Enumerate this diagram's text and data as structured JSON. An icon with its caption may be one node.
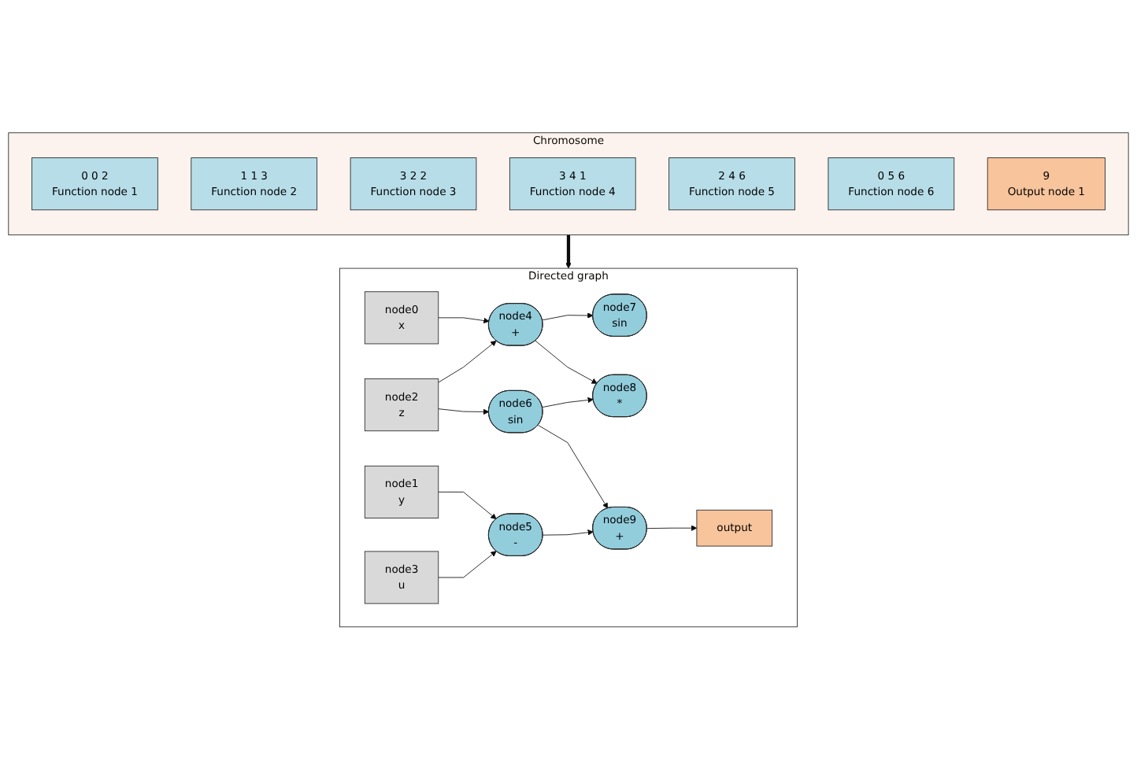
{
  "diagram": {
    "nodes": [
      {
        "text": [
          "Chromosome"
        ]
      },
      {
        "text": [
          "0 0 2",
          "Function node 1"
        ],
        "in": 0
      },
      {
        "text": [
          "1 1 3",
          "Function node 2"
        ],
        "in": 0
      },
      {
        "text": [
          "3 2 2",
          "Function node 3"
        ],
        "in": 0
      },
      {
        "text": [
          "3 4 1",
          "Function node 4"
        ],
        "in": 0
      },
      {
        "text": [
          "2 4 6",
          "Function node 5"
        ],
        "in": 0
      },
      {
        "text": [
          "0 5 6",
          "Function node 6"
        ],
        "in": 0
      },
      {
        "text": [
          "9",
          "Output node 1"
        ],
        "in": 0
      },
      {
        "text": [
          "Directed graph"
        ]
      },
      {
        "text": [
          "node0",
          "x"
        ],
        "in": 8
      },
      {
        "text": [
          "node1",
          "y"
        ],
        "in": 8
      },
      {
        "text": [
          "node2",
          "z"
        ],
        "in": 8
      },
      {
        "text": [
          "node3",
          "u"
        ],
        "in": 8
      },
      {
        "text": [
          "node4",
          "+"
        ],
        "in": 8
      },
      {
        "text": [
          "node5",
          "-"
        ],
        "in": 8
      },
      {
        "text": [
          "node6",
          "sin"
        ],
        "in": 8
      },
      {
        "text": [
          "node7",
          "sin"
        ],
        "in": 8
      },
      {
        "text": [
          "node8",
          "*"
        ],
        "in": 8
      },
      {
        "text": [
          "node9",
          "+"
        ],
        "in": 8
      },
      {
        "text": [
          "output"
        ],
        "in": 8
      }
    ],
    "edges": [
      {
        "from": 0,
        "to": 8,
        "arrow": "to",
        "style": "thick"
      },
      {
        "from": 9,
        "to": 13,
        "arrow": "to"
      },
      {
        "from": 11,
        "to": 13,
        "arrow": "to"
      },
      {
        "from": 10,
        "to": 14,
        "arrow": "to"
      },
      {
        "from": 12,
        "to": 14,
        "arrow": "to"
      },
      {
        "from": 11,
        "to": 15,
        "arrow": "to"
      },
      {
        "from": 13,
        "to": 16,
        "arrow": "to"
      },
      {
        "from": 13,
        "to": 17,
        "arrow": "to"
      },
      {
        "from": 15,
        "to": 17,
        "arrow": "to"
      },
      {
        "from": 14,
        "to": 18,
        "arrow": "to"
      },
      {
        "from": 15,
        "to": 18,
        "arrow": "to"
      },
      {
        "from": 18,
        "to": 19,
        "arrow": "to"
      }
    ]
  }
}
